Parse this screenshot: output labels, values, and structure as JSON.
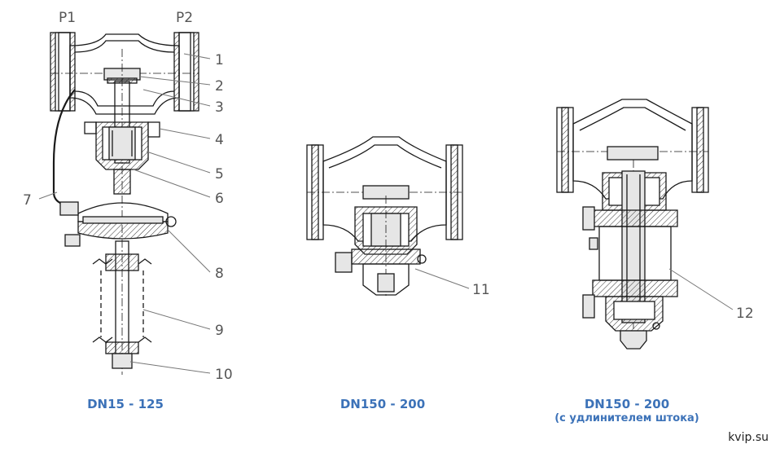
{
  "pressure_labels": {
    "inlet": "P1",
    "outlet": "P2"
  },
  "callouts": [
    "1",
    "2",
    "3",
    "4",
    "5",
    "6",
    "7",
    "8",
    "9",
    "10",
    "11",
    "12"
  ],
  "captions": {
    "left": {
      "title": "DN15 - 125"
    },
    "middle": {
      "title": "DN150 - 200"
    },
    "right": {
      "title": "DN150 - 200",
      "subtitle": "(с удлинителем штока)"
    }
  },
  "brand": "kvip.su",
  "colors": {
    "caption": "#3c72b8",
    "line": "#1a1a1a",
    "label": "#555555",
    "hatch": "#333333",
    "fill_light": "#e6e6e6"
  }
}
